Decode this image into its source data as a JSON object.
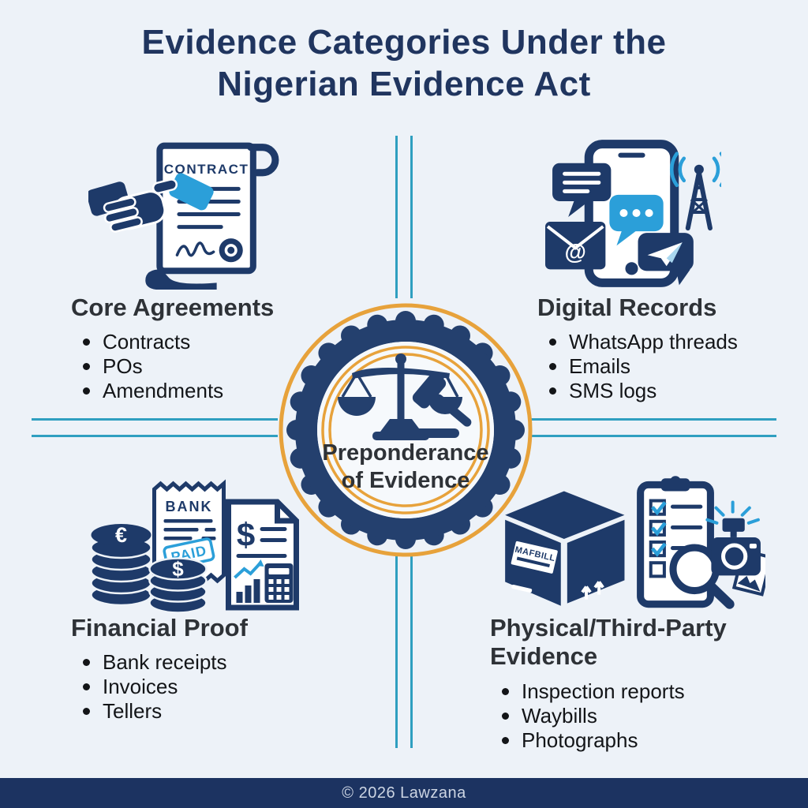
{
  "title": {
    "line1": "Evidence Categories Under the",
    "line2": "Nigerian Evidence Act"
  },
  "badge": {
    "label": "Preponderance of Evidence"
  },
  "quadrants": [
    {
      "id": "core-agreements",
      "heading": "Core Agreements",
      "items": [
        "Contracts",
        "POs",
        "Amendments"
      ]
    },
    {
      "id": "digital-records",
      "heading": "Digital Records",
      "items": [
        "WhatsApp threads",
        "Emails",
        "SMS logs"
      ]
    },
    {
      "id": "financial-proof",
      "heading": "Financial Proof",
      "items": [
        "Bank receipts",
        "Invoices",
        "Tellers"
      ]
    },
    {
      "id": "physical-evidence",
      "heading": "Physical/Third-Party Evidence",
      "items": [
        "Inspection reports",
        "Waybills",
        "Photographs"
      ]
    }
  ],
  "icon_labels": {
    "contract": "CONTRACT",
    "bank": "BANK",
    "paid": "PAID",
    "waybill": "MAFBILL",
    "euro": "€",
    "dollar": "$",
    "doc_dollar": "$",
    "at_sign": "@"
  },
  "footer": {
    "text": "© 2026 Lawzana"
  },
  "colors": {
    "navy": "#1e3a69",
    "light_blue": "#2b9fd9",
    "teal_line": "#2f9fc0",
    "gold": "#e7a23b",
    "background": "#edf2f8",
    "footer_bg": "#1c3361",
    "title_text": "#20355f",
    "heading_text": "#2e3237",
    "body_text": "#131518"
  }
}
